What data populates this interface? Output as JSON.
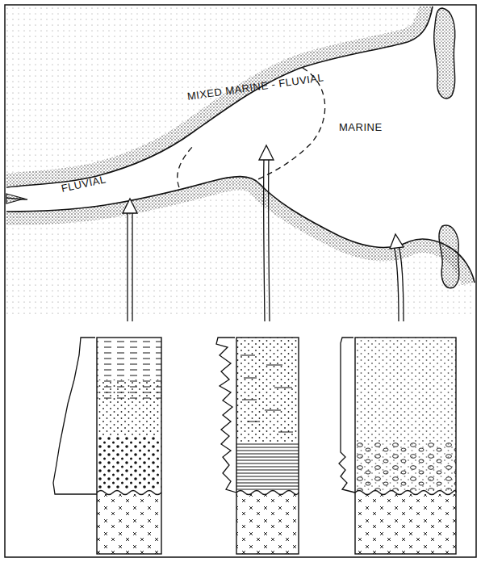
{
  "diagram": {
    "labels": [
      "FLUVIAL",
      "MIXED MARINE - FLUVIAL",
      "MARINE"
    ]
  }
}
